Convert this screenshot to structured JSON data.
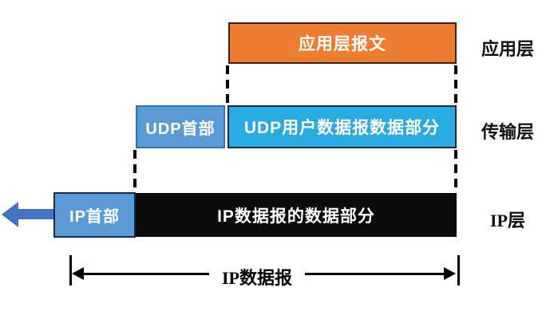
{
  "diagram": {
    "application": {
      "box_label": "应用层报文",
      "layer_label": "应用层"
    },
    "transport": {
      "header_label": "UDP首部",
      "data_label": "UDP用户数据报数据部分",
      "layer_label": "传输层"
    },
    "ip": {
      "header_label": "IP首部",
      "data_label": "IP数据报的数据部分",
      "layer_label": "IP层"
    },
    "measure": {
      "label": "IP数据报"
    }
  },
  "colors": {
    "app_fill": "#ED7D31",
    "app_border": "#40210A",
    "udp_header_fill": "#5B9BD5",
    "udp_header_border": "#2E75B6",
    "udp_data_fill": "#29ABE2",
    "udp_data_border": "#14293D",
    "ip_header_fill": "#5B9BD5",
    "ip_header_border": "#1A2A4A",
    "ip_data_fill": "#0B0B0B",
    "send_arrow_fill": "#4472C4",
    "connector_color": "#000000"
  }
}
